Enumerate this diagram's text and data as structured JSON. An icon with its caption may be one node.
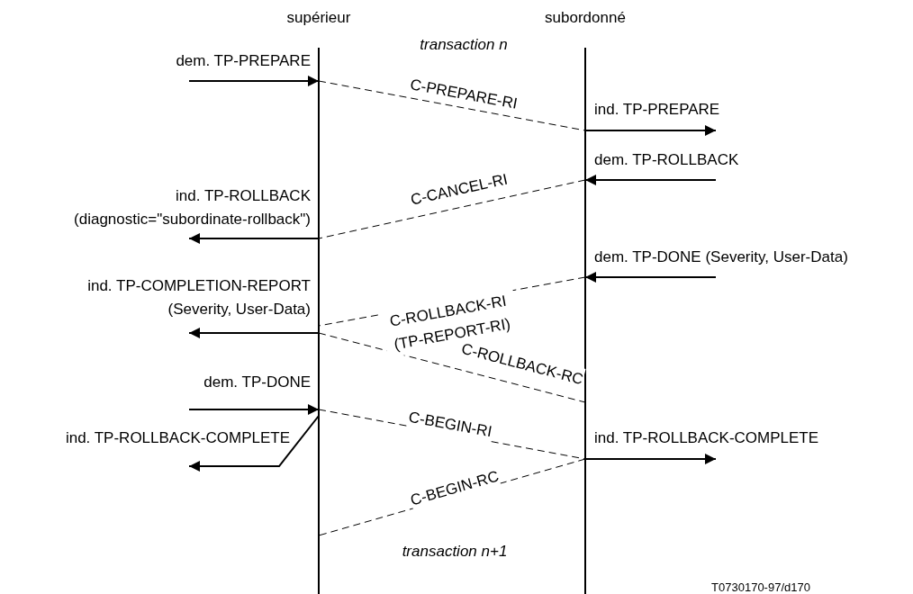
{
  "diagram": {
    "nodes": [
      {
        "text": [
          "supérieur"
        ]
      },
      {
        "text": [
          "subordonné"
        ]
      }
    ],
    "edges": [
      {
        "from": null,
        "to": 0,
        "arrow": "to",
        "label": "dem. TP-PREPARE"
      },
      {
        "from": 0,
        "to": 1,
        "arrow": "none",
        "style": "dashed",
        "label": "C-PREPARE-RI"
      },
      {
        "from": 1,
        "to": null,
        "arrow": "to",
        "label": "ind. TP-PREPARE"
      },
      {
        "from": null,
        "to": 1,
        "arrow": "to",
        "label": "dem. TP-ROLLBACK"
      },
      {
        "from": 1,
        "to": 0,
        "arrow": "none",
        "style": "dashed",
        "label": "C-CANCEL-RI"
      },
      {
        "from": 0,
        "to": null,
        "arrow": "to",
        "label": "ind. TP-ROLLBACK (diagnostic=\"subordinate-rollback\")"
      },
      {
        "from": null,
        "to": 1,
        "arrow": "to",
        "label": "dem. TP-DONE (Severity, User-Data)"
      },
      {
        "from": 1,
        "to": 0,
        "arrow": "none",
        "style": "dashed",
        "label": "C-ROLLBACK-RI (TP-REPORT-RI)"
      },
      {
        "from": 0,
        "to": null,
        "arrow": "to",
        "label": "ind. TP-COMPLETION-REPORT (Severity, User-Data)"
      },
      {
        "from": 0,
        "to": 1,
        "arrow": "none",
        "style": "dashed",
        "label": "C-ROLLBACK-RC"
      },
      {
        "from": null,
        "to": 0,
        "arrow": "to",
        "label": "dem. TP-DONE"
      },
      {
        "from": 0,
        "to": 1,
        "arrow": "none",
        "style": "dashed",
        "label": "C-BEGIN-RI"
      },
      {
        "from": 1,
        "to": null,
        "arrow": "to",
        "label": "ind. TP-ROLLBACK-COMPLETE"
      },
      {
        "from": 0,
        "to": null,
        "arrow": "to",
        "label": "ind. TP-ROLLBACK-COMPLETE"
      },
      {
        "from": 1,
        "to": 0,
        "arrow": "none",
        "style": "dashed",
        "label": "C-BEGIN-RC"
      }
    ],
    "labels": [
      "transaction n",
      "transaction n+1",
      "T0730170-97/d170"
    ]
  }
}
